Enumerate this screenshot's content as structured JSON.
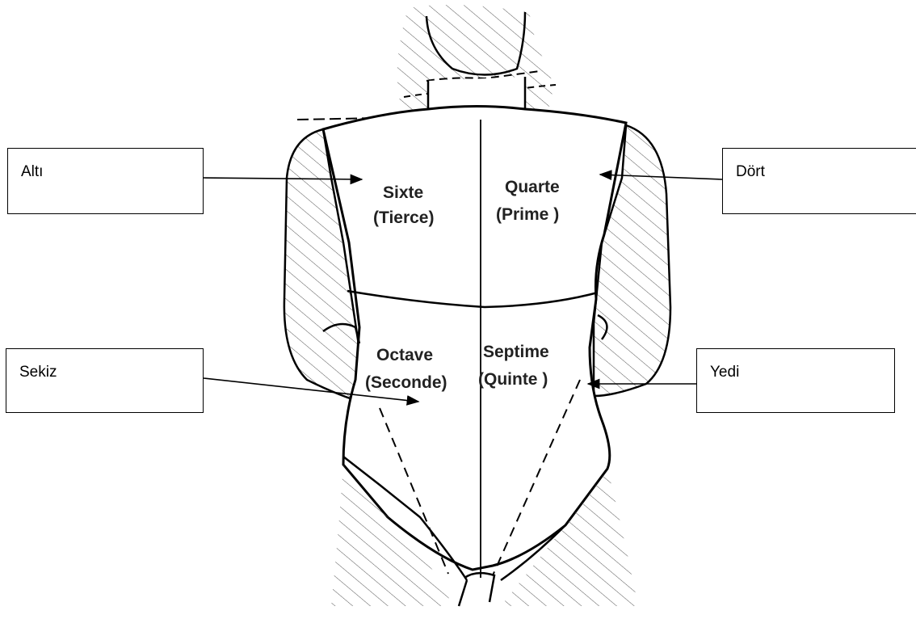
{
  "callouts": {
    "alti": "Altı",
    "dort": "Dört",
    "sekiz": "Sekiz",
    "yedi": "Yedi"
  },
  "zones": {
    "sixte": "Sixte",
    "tierce": "(Tierce)",
    "quarte": "Quarte",
    "prime": "(Prime )",
    "octave": "Octave",
    "seconde": "(Seconde)",
    "septime": "Septime",
    "quinte": "(Quinte )"
  }
}
